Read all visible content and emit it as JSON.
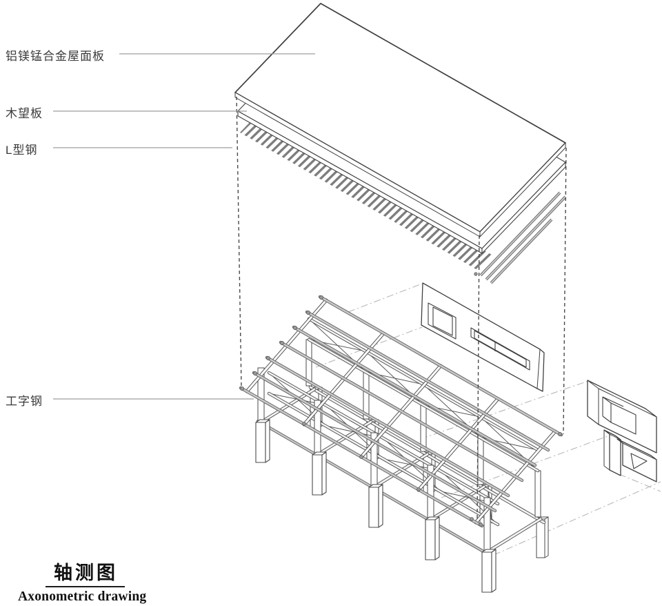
{
  "drawing": {
    "labels": [
      {
        "id": "roof-panel",
        "text": "铝镁锰合金屋面板"
      },
      {
        "id": "wood-board",
        "text": "木望板"
      },
      {
        "id": "l-steel",
        "text": "L型钢"
      },
      {
        "id": "i-beam",
        "text": "工字钢"
      }
    ],
    "title": {
      "zh": "轴测图",
      "en": "Axonometric drawing"
    },
    "colors": {
      "line_dark": "#3f3f3f",
      "leader_gray": "#9e9e9e",
      "rail_gray": "#c8c8c8",
      "guide_gray": "#b8b8b8",
      "background": "#ffffff"
    }
  }
}
